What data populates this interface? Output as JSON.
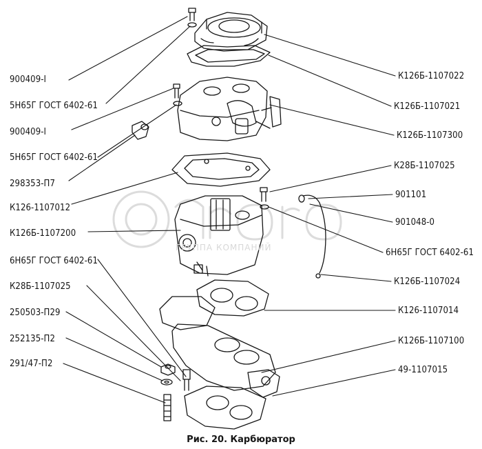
{
  "caption": "Рис. 20. Карбюратор",
  "watermark_text": "ГРУППА КОМПАНИЙ",
  "colors": {
    "ink": "#151515",
    "paper": "#ffffff",
    "watermark": "#d8d8d8"
  },
  "labels_left": [
    {
      "id": "l1",
      "text": "900409-I"
    },
    {
      "id": "l2",
      "text": "5Н65Г ГОСТ 6402-61"
    },
    {
      "id": "l3",
      "text": "900409-I"
    },
    {
      "id": "l4",
      "text": "5Н65Г ГОСТ 6402-61"
    },
    {
      "id": "l5",
      "text": "298353-П7"
    },
    {
      "id": "l6",
      "text": "К126-1107012"
    },
    {
      "id": "l7",
      "text": "К126Б-1107200"
    },
    {
      "id": "l8",
      "text": "6Н65Г ГОСТ 6402-61"
    },
    {
      "id": "l9",
      "text": "К28Б-1107025"
    },
    {
      "id": "l10",
      "text": "250503-П29"
    },
    {
      "id": "l11",
      "text": "252135-П2"
    },
    {
      "id": "l12",
      "text": "291/47-П2"
    }
  ],
  "labels_right": [
    {
      "id": "r1",
      "text": "К126Б-1107022"
    },
    {
      "id": "r2",
      "text": "К126Б-1107021"
    },
    {
      "id": "r3",
      "text": "К126Б-1107300"
    },
    {
      "id": "r4",
      "text": "К28Б-1107025"
    },
    {
      "id": "r5",
      "text": "901101"
    },
    {
      "id": "r6",
      "text": "901048-0"
    },
    {
      "id": "r7",
      "text": "6Н65Г ГОСТ 6402-61"
    },
    {
      "id": "r8",
      "text": "К126Б-1107024"
    },
    {
      "id": "r9",
      "text": "К126-1107014"
    },
    {
      "id": "r10",
      "text": "К126Б-1107100"
    },
    {
      "id": "r11",
      "text": "49-1107015"
    }
  ]
}
